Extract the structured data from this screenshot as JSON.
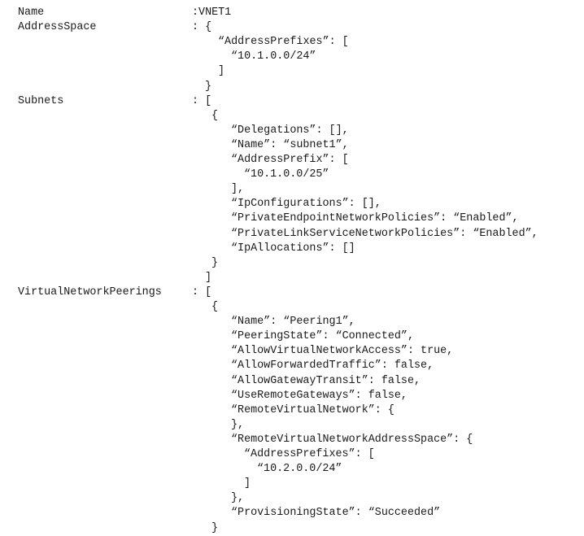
{
  "document": {
    "lines": [
      {
        "key": "Name",
        "text": ":VNET1",
        "indent": 0
      },
      {
        "key": "AddressSpace",
        "text": ": {",
        "indent": 0
      },
      {
        "key": "",
        "text": "“AddressPrefixes”: [",
        "indent": 2
      },
      {
        "key": "",
        "text": "“10.1.0.0/24”",
        "indent": 3
      },
      {
        "key": "",
        "text": "]",
        "indent": 2
      },
      {
        "key": "",
        "text": "}",
        "indent": 1
      },
      {
        "key": "Subnets",
        "text": ": [",
        "indent": 0
      },
      {
        "key": "",
        "text": "{",
        "indent": 1.5
      },
      {
        "key": "",
        "text": "“Delegations”: [],",
        "indent": 3
      },
      {
        "key": "",
        "text": "“Name”: “subnet1”,",
        "indent": 3
      },
      {
        "key": "",
        "text": "“AddressPrefix”: [",
        "indent": 3
      },
      {
        "key": "",
        "text": "“10.1.0.0/25”",
        "indent": 4
      },
      {
        "key": "",
        "text": "],",
        "indent": 3
      },
      {
        "key": "",
        "text": "“IpConfigurations”: [],",
        "indent": 3
      },
      {
        "key": "",
        "text": "“PrivateEndpointNetworkPolicies”: “Enabled”,",
        "indent": 3
      },
      {
        "key": "",
        "text": "“PrivateLinkServiceNetworkPolicies”: “Enabled”,",
        "indent": 3
      },
      {
        "key": "",
        "text": "“IpAllocations”: []",
        "indent": 3
      },
      {
        "key": "",
        "text": "}",
        "indent": 1.5
      },
      {
        "key": "",
        "text": "]",
        "indent": 1
      },
      {
        "key": "VirtualNetworkPeerings",
        "text": ": [",
        "indent": 0
      },
      {
        "key": "",
        "text": "{",
        "indent": 1.5
      },
      {
        "key": "",
        "text": "“Name”: “Peering1”,",
        "indent": 3
      },
      {
        "key": "",
        "text": "“PeeringState”: “Connected”,",
        "indent": 3
      },
      {
        "key": "",
        "text": "“AllowVirtualNetworkAccess”: true,",
        "indent": 3
      },
      {
        "key": "",
        "text": "“AllowForwardedTraffic”: false,",
        "indent": 3
      },
      {
        "key": "",
        "text": "“AllowGatewayTransit”: false,",
        "indent": 3
      },
      {
        "key": "",
        "text": "“UseRemoteGateways”: false,",
        "indent": 3
      },
      {
        "key": "",
        "text": "“RemoteVirtualNetwork”: {",
        "indent": 3
      },
      {
        "key": "",
        "text": "},",
        "indent": 3
      },
      {
        "key": "",
        "text": "“RemoteVirtualNetworkAddressSpace”: {",
        "indent": 3
      },
      {
        "key": "",
        "text": "“AddressPrefixes”: [",
        "indent": 4
      },
      {
        "key": "",
        "text": "“10.2.0.0/24”",
        "indent": 5
      },
      {
        "key": "",
        "text": "]",
        "indent": 4
      },
      {
        "key": "",
        "text": "},",
        "indent": 3
      },
      {
        "key": "",
        "text": "“ProvisioningState”: “Succeeded”",
        "indent": 3
      },
      {
        "key": "",
        "text": "}",
        "indent": 1.5
      }
    ]
  }
}
